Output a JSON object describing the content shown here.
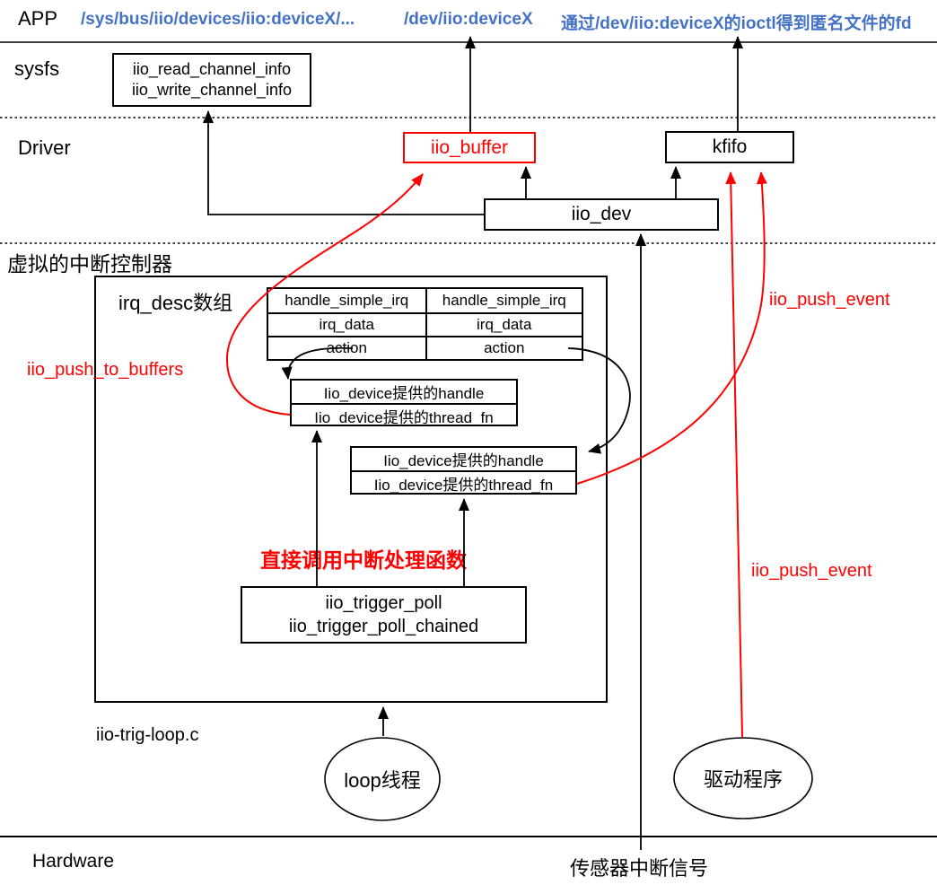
{
  "colors": {
    "blue": "#4472C4",
    "red": "#FF0000",
    "black": "#000000"
  },
  "layers": {
    "app": "APP",
    "sysfs": "sysfs",
    "driver": "Driver",
    "virtual_irq": "虚拟的中断控制器",
    "hardware": "Hardware"
  },
  "app_paths": {
    "sysfs_path": "/sys/bus/iio/devices/iio:deviceX/...",
    "dev_path": "/dev/iio:deviceX",
    "ioctl_note": "通过/dev/iio:deviceX的ioctl得到匿名文件的fd"
  },
  "sysfs_box": {
    "line1": "iio_read_channel_info",
    "line2": "iio_write_channel_info"
  },
  "driver_boxes": {
    "iio_buffer": "iio_buffer",
    "kfifo": "kfifo",
    "iio_dev": "iio_dev"
  },
  "irq": {
    "array_label": "irq_desc数组",
    "columns": [
      {
        "rows": [
          "handle_simple_irq",
          "irq_data",
          "action"
        ]
      },
      {
        "rows": [
          "handle_simple_irq",
          "irq_data",
          "action"
        ]
      }
    ],
    "handler_box_1": {
      "handle": "Iio_device提供的handle",
      "thread_fn": "Iio_device提供的thread_fn"
    },
    "handler_box_2": {
      "handle": "Iio_device提供的handle",
      "thread_fn": "Iio_device提供的thread_fn"
    },
    "trigger_box": {
      "line1": "iio_trigger_poll",
      "line2": "iio_trigger_poll_chained"
    }
  },
  "red_labels": {
    "push_to_buffers": "iio_push_to_buffers",
    "push_event_top": "iio_push_event",
    "push_event_bottom": "iio_push_event",
    "direct_call": "直接调用中断处理函数"
  },
  "bottom": {
    "file_label": "iio-trig-loop.c",
    "loop_thread": "loop线程",
    "driver_program": "驱动程序",
    "sensor_irq": "传感器中断信号"
  }
}
